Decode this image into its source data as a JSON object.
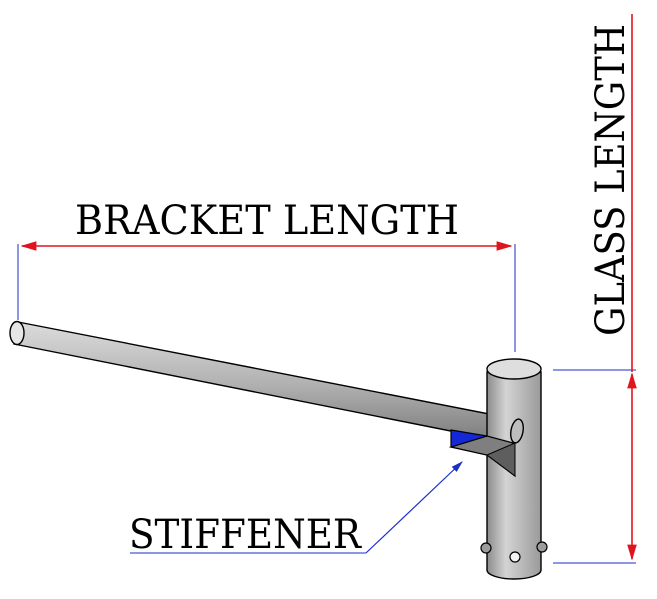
{
  "labels": {
    "bracket_length": "BRACKET LENGTH",
    "glass_length": "GLASS LENGTH",
    "stiffener": "STIFFENER"
  },
  "colors": {
    "dimension_line": "#e0141e",
    "leader_line": "#1a2fc8",
    "stiffener_fill": "#1428d8",
    "metal_light": "#d9d9d9",
    "metal_mid": "#a9a9a9",
    "metal_dark": "#6b6b6b",
    "outline": "#000000"
  }
}
